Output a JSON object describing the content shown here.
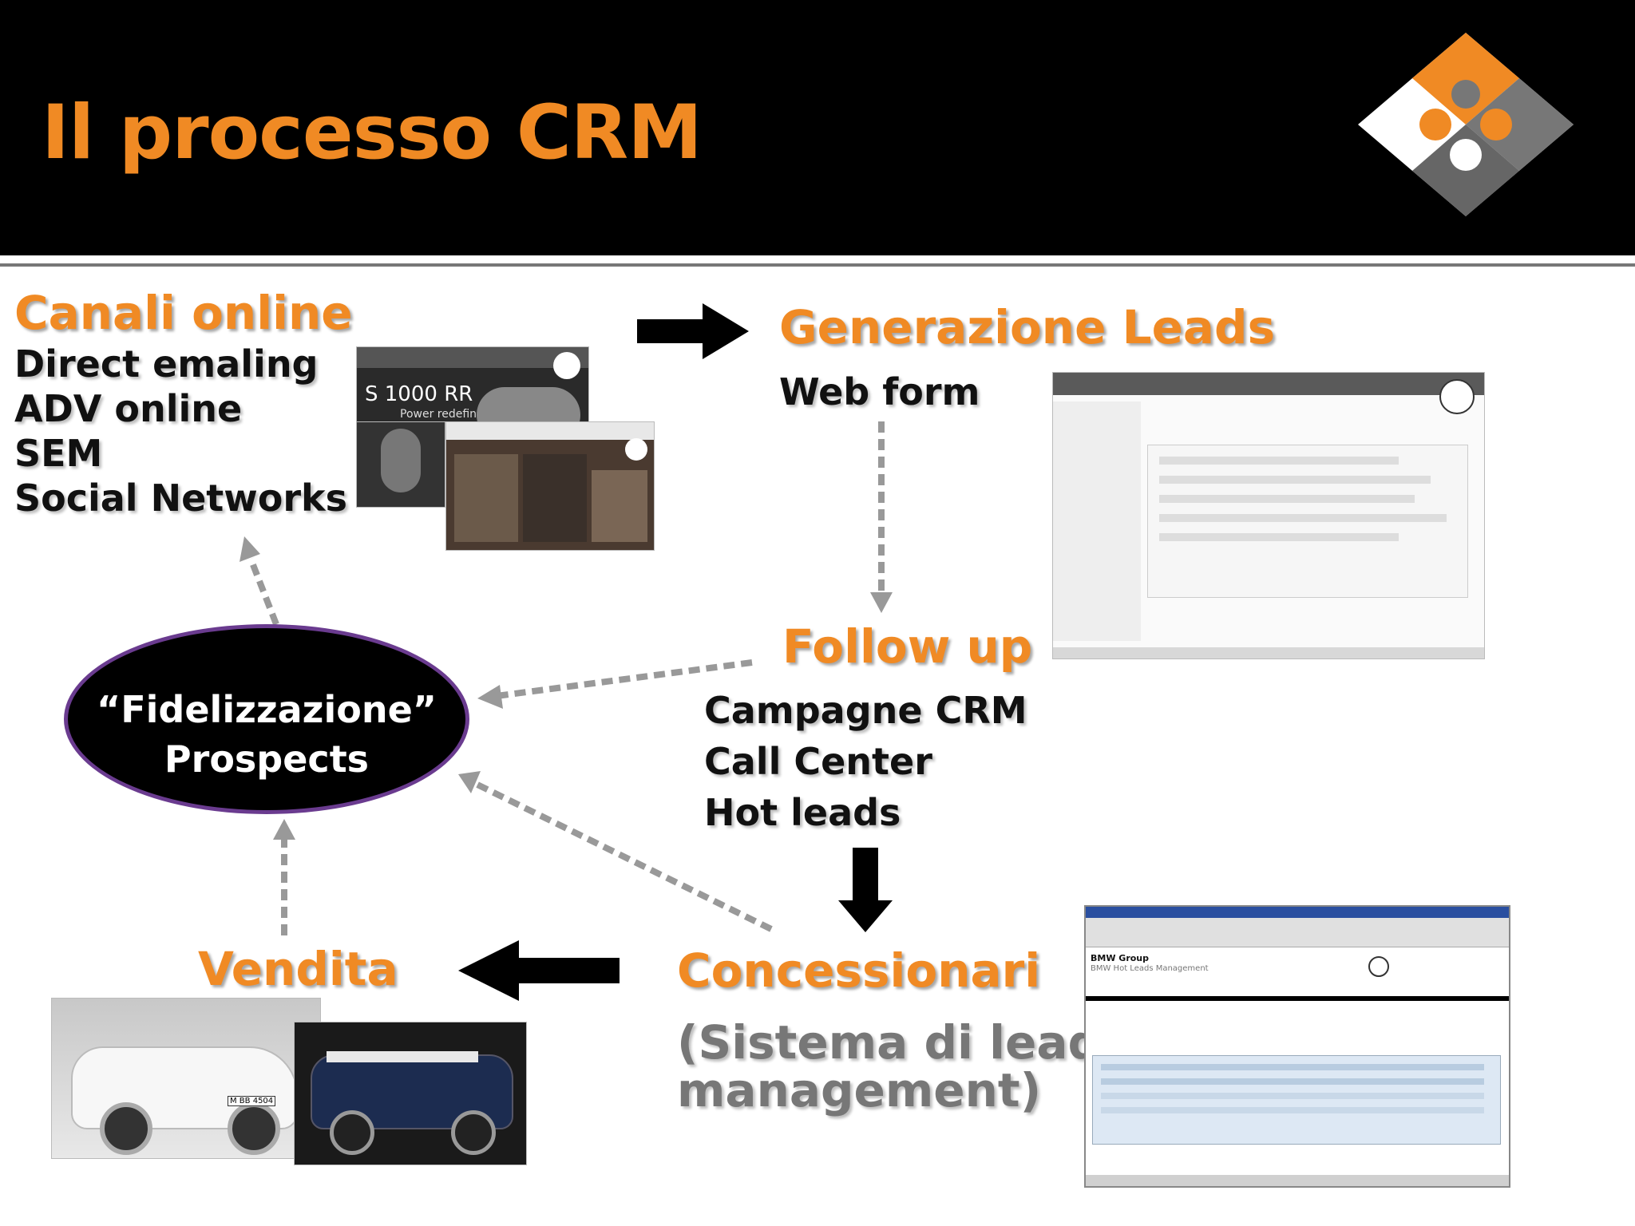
{
  "slide": {
    "title": "Il processo CRM",
    "canali": {
      "heading": "Canali online",
      "items": [
        "Direct  emaling",
        "ADV online",
        "SEM",
        "Social Networks"
      ]
    },
    "generazione": {
      "heading": "Generazione Leads",
      "sub": "Web form"
    },
    "followup": {
      "heading": "Follow up",
      "items": [
        "Campagne CRM",
        "Call Center",
        "Hot leads"
      ]
    },
    "fidelizzazione": {
      "line1": "“Fidelizzazione”",
      "line2": "Prospects"
    },
    "concessionari": {
      "heading": "Concessionari",
      "sub_line1": "(Sistema di lead",
      "sub_line2": "management)"
    },
    "vendita": {
      "heading": "Vendita"
    },
    "screens": {
      "bike_tagline": "S 1000 RR",
      "bike_subtagline": "Power redefined.",
      "hotleads_brand": "BMW Group",
      "hotleads_title": "BMW Hot Leads Management",
      "plate1": "M BB 4504"
    }
  },
  "colors": {
    "accent": "#f08a24",
    "header_bg": "#000000",
    "ellipse_border": "#6a3b8f",
    "grey_text": "#777777"
  }
}
